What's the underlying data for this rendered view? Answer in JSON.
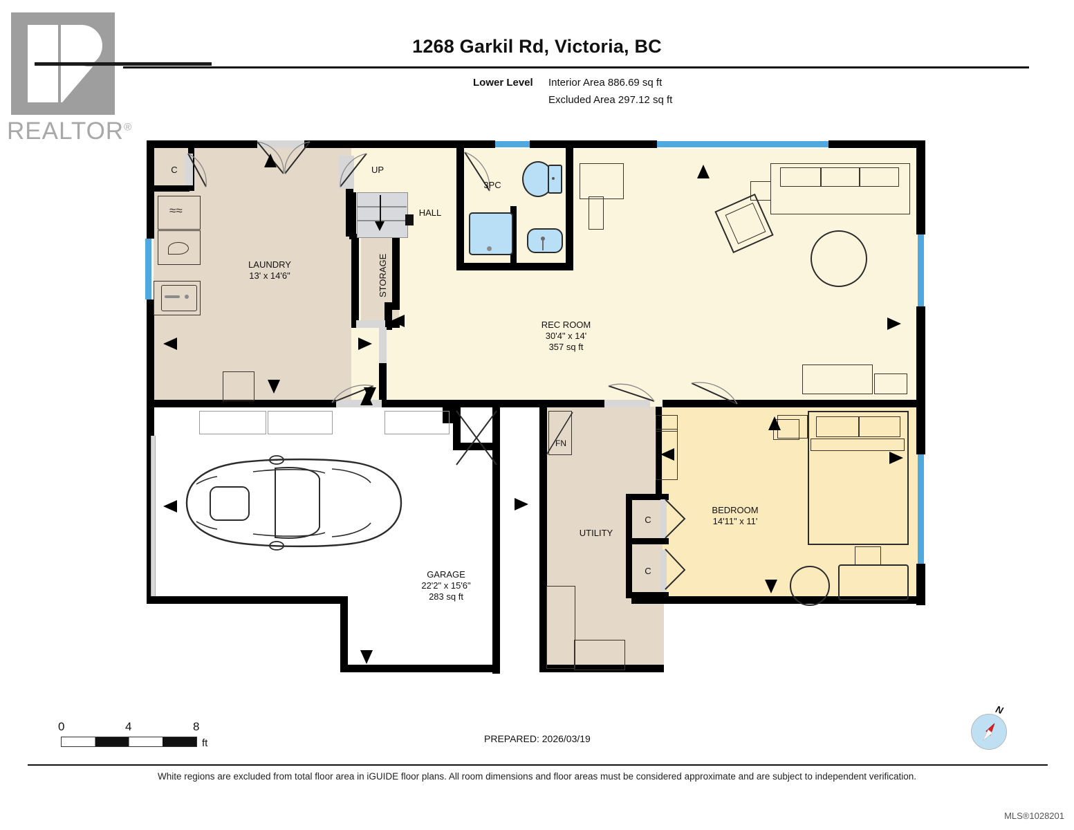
{
  "brand": {
    "name": "REALTOR",
    "registered": "®"
  },
  "header": {
    "title": "1268 Garkil Rd, Victoria, BC",
    "level_label": "Lower Level",
    "interior_area": "Interior Area 886.69 sq ft",
    "excluded_area": "Excluded Area 297.12 sq ft"
  },
  "rooms": [
    {
      "name": "LAUNDRY",
      "dims": "13' x 14'6\"",
      "area": ""
    },
    {
      "name": "REC ROOM",
      "dims": "30'4\" x 14'",
      "area": "357 sq ft"
    },
    {
      "name": "GARAGE",
      "dims": "22'2\" x 15'6\"",
      "area": "283 sq ft"
    },
    {
      "name": "BEDROOM",
      "dims": "14'11\" x 11'",
      "area": ""
    },
    {
      "name": "UTILITY",
      "dims": "",
      "area": ""
    },
    {
      "name": "HALL",
      "dims": "",
      "area": ""
    },
    {
      "name": "STORAGE",
      "dims": "",
      "area": ""
    },
    {
      "name": "3PC",
      "dims": "",
      "area": ""
    }
  ],
  "markers": {
    "stairs_up": "UP",
    "furnace": "FN",
    "closet_laundry": "C",
    "closet_util_1": "C",
    "closet_util_2": "C"
  },
  "scale": {
    "zero": "0",
    "mid": "4",
    "max": "8",
    "unit": "ft"
  },
  "prepared": "PREPARED: 2026/03/19",
  "compass": {
    "north": "N"
  },
  "footer": "White regions are excluded from total floor area in iGUIDE floor plans. All room dimensions and floor areas must be considered approximate and are subject to independent verification.",
  "mls": "MLS®1028201",
  "colors": {
    "wall": "#000000",
    "window": "#4fa9de",
    "laundry_fill": "#e4d8c9",
    "rec_fill": "#fcf5dd",
    "bedroom_fill": "#fbeabc",
    "bath_fill": "#b9dff6",
    "excluded_fill": "#ffffff",
    "logo_gray": "#9e9e9e"
  }
}
